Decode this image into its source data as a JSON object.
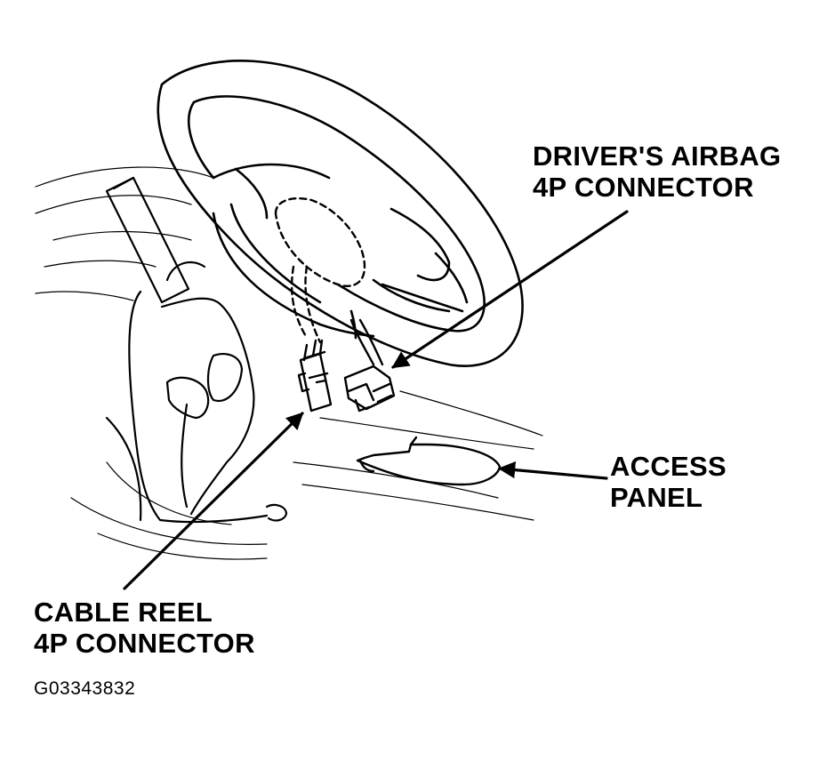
{
  "labels": {
    "drivers_airbag_connector": [
      "DRIVER'S AIRBAG",
      "4P CONNECTOR"
    ],
    "access_panel": [
      "ACCESS",
      "PANEL"
    ],
    "cable_reel_connector": [
      "CABLE REEL",
      "4P CONNECTOR"
    ]
  },
  "figure_id": "G03343832",
  "colors": {
    "ink": "#000000",
    "background": "#ffffff"
  }
}
